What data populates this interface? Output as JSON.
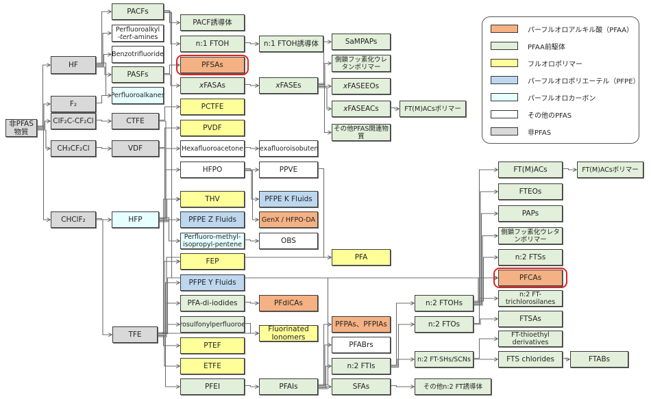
{
  "colors": {
    "pfaa": "#f4b183",
    "precursor": "#e2efda",
    "fluoropolymer": "#ffff99",
    "pfpe": "#bdd7ee",
    "perfluorocarbon": "#e6ffff",
    "other_pfas": "#ffffff",
    "non_pfas": "#d9d9d9",
    "highlight": "#e02020"
  },
  "legend": {
    "items": [
      {
        "key": "pfaa",
        "label": "パーフルオロアルキル酸（PFAA）"
      },
      {
        "key": "precursor",
        "label": "PFAA前駆体"
      },
      {
        "key": "fluoropolymer",
        "label": "フルオロポリマー"
      },
      {
        "key": "pfpe",
        "label": "パーフルオロポリエーテル（PFPE）"
      },
      {
        "key": "perfluorocarbon",
        "label": "パーフルオロカーボン"
      },
      {
        "key": "other_pfas",
        "label": "その他のPFAS"
      },
      {
        "key": "non_pfas",
        "label": "非PFAS"
      }
    ]
  },
  "nodes": {
    "nonpfas": {
      "label": "非PFAS物質",
      "category": "non_pfas"
    },
    "hf": {
      "label": "HF",
      "category": "non_pfas"
    },
    "f2": {
      "label": "F₂",
      "category": "non_pfas"
    },
    "clf2c": {
      "label": "ClF₂C-CF₂Cl",
      "category": "non_pfas"
    },
    "ch3cf2cl": {
      "label": "CH₃CF₂Cl",
      "category": "non_pfas"
    },
    "chclf2": {
      "label": "CHClF₂",
      "category": "non_pfas"
    },
    "ctfe": {
      "label": "CTFE",
      "category": "non_pfas"
    },
    "vdf": {
      "label": "VDF",
      "category": "non_pfas"
    },
    "hfp": {
      "label": "HFP",
      "category": "perfluorocarbon"
    },
    "tfe": {
      "label": "TFE",
      "category": "non_pfas"
    },
    "pacfs": {
      "label": "PACFs",
      "category": "precursor"
    },
    "pftamines": {
      "label": "Perfluoroalkyl-tert-amines",
      "category": "other_pfas"
    },
    "benzotrifluoride": {
      "label": "Benzotrifluoride",
      "category": "other_pfas"
    },
    "pasfs": {
      "label": "PASFs",
      "category": "precursor"
    },
    "perfluoroalkanes": {
      "label": "Perfluoroalkanes",
      "category": "perfluorocarbon"
    },
    "pacf_deriv": {
      "label": "PACF誘導体",
      "category": "precursor"
    },
    "ftoh_n1": {
      "label": "n:1 FTOH",
      "category": "precursor"
    },
    "ftoh_n1_deriv": {
      "label": "n:1 FTOH誘導体",
      "category": "precursor"
    },
    "pfsas": {
      "label": "PFSAs",
      "category": "pfaa",
      "highlighted": true
    },
    "xfasas": {
      "label": "xFASAs",
      "category": "precursor"
    },
    "xfases": {
      "label": "xFASEs",
      "category": "precursor"
    },
    "sampaps": {
      "label": "SaMPAPs",
      "category": "precursor"
    },
    "side_urethane_1": {
      "label": "側鎖フッ素化ウレタンポリマー",
      "category": "precursor"
    },
    "xfaseeos": {
      "label": "xFASEEOs",
      "category": "precursor"
    },
    "xfaseacs": {
      "label": "xFASEACs",
      "category": "precursor"
    },
    "ftmacs_poly_1": {
      "label": "FT(M)ACsポリマー",
      "category": "precursor"
    },
    "other_pfas_related": {
      "label": "その他PFAS関連物質",
      "category": "precursor"
    },
    "pctfe": {
      "label": "PCTFE",
      "category": "fluoropolymer"
    },
    "pvdf": {
      "label": "PVDF",
      "category": "fluoropolymer"
    },
    "hfa": {
      "label": "Hexafluoroacetone",
      "category": "other_pfas"
    },
    "hfib": {
      "label": "Hexafluoroisobutene",
      "category": "other_pfas"
    },
    "hfpo": {
      "label": "HFPO",
      "category": "other_pfas"
    },
    "ppve": {
      "label": "PPVE",
      "category": "other_pfas"
    },
    "thv": {
      "label": "THV",
      "category": "fluoropolymer"
    },
    "pfpe_k": {
      "label": "PFPE K Fluids",
      "category": "pfpe"
    },
    "pfpe_z": {
      "label": "PFPE Z Fluids",
      "category": "pfpe"
    },
    "genx": {
      "label": "GenX / HFPO-DA",
      "category": "pfaa"
    },
    "pmipentene": {
      "label": "Perfluoro-methyl-isopropyl-pentene",
      "category": "perfluorocarbon"
    },
    "obs": {
      "label": "OBS",
      "category": "other_pfas"
    },
    "fep": {
      "label": "FEP",
      "category": "fluoropolymer"
    },
    "pfpe_y": {
      "label": "PFPE Y Fluids",
      "category": "pfpe"
    },
    "pfa_diiodides": {
      "label": "PFA-di-iodides",
      "category": "precursor"
    },
    "pfdicas": {
      "label": "PFdiCAs",
      "category": "pfaa"
    },
    "fsperfluoroether": {
      "label": "Fluorosulfonylperfluoroether",
      "category": "precursor"
    },
    "fl_ionomers": {
      "label": "Fluorinated Ionomers",
      "category": "fluoropolymer"
    },
    "ptef": {
      "label": "PTEF",
      "category": "fluoropolymer"
    },
    "etfe": {
      "label": "ETFE",
      "category": "fluoropolymer"
    },
    "pfei": {
      "label": "PFEI",
      "category": "precursor"
    },
    "pfais": {
      "label": "PFAIs",
      "category": "precursor"
    },
    "pfa": {
      "label": "PFA",
      "category": "fluoropolymer"
    },
    "pfpas": {
      "label": "PFPAs、PFPIAs",
      "category": "pfaa"
    },
    "pfabrs": {
      "label": "PFABrs",
      "category": "other_pfas"
    },
    "ftis": {
      "label": "n:2 FTIs",
      "category": "precursor"
    },
    "sfas": {
      "label": "SFAs",
      "category": "precursor"
    },
    "ftohs": {
      "label": "n:2 FTOHs",
      "category": "precursor"
    },
    "ftos": {
      "label": "n:2 FTOs",
      "category": "precursor"
    },
    "ftshs": {
      "label": "n:2 FT-SHs/SCNs",
      "category": "precursor"
    },
    "other_n2_deriv": {
      "label": "その他n:2 FT誘導体",
      "category": "precursor"
    },
    "ftmacs": {
      "label": "FT(M)ACs",
      "category": "precursor"
    },
    "ftmacs_poly_2": {
      "label": "FT(M)ACsポリマー",
      "category": "precursor"
    },
    "fteos": {
      "label": "FTEOs",
      "category": "precursor"
    },
    "paps": {
      "label": "PAPs",
      "category": "precursor"
    },
    "side_urethane_2": {
      "label": "側鎖フッ素化ウレタンポリマー",
      "category": "precursor"
    },
    "ftss": {
      "label": "n:2 FTSs",
      "category": "precursor"
    },
    "pfcas": {
      "label": "PFCAs",
      "category": "pfaa",
      "highlighted": true
    },
    "ft_trichlorosilanes": {
      "label": "n:2 FT-trichlorosilanes",
      "category": "precursor"
    },
    "ftsas": {
      "label": "FTSAs",
      "category": "precursor"
    },
    "ft_thioethyl": {
      "label": "FT-thioethyl derivatives",
      "category": "precursor"
    },
    "fts_chlorides": {
      "label": "FTS chlorides",
      "category": "precursor"
    },
    "ftabs": {
      "label": "FTABs",
      "category": "precursor"
    }
  },
  "edges": [
    [
      "nonpfas",
      "hf"
    ],
    [
      "nonpfas",
      "f2"
    ],
    [
      "nonpfas",
      "clf2c"
    ],
    [
      "nonpfas",
      "ch3cf2cl"
    ],
    [
      "nonpfas",
      "chclf2"
    ],
    [
      "hf",
      "pacfs"
    ],
    [
      "hf",
      "pftamines"
    ],
    [
      "hf",
      "benzotrifluoride"
    ],
    [
      "hf",
      "pasfs"
    ],
    [
      "hf",
      "perfluoroalkanes"
    ],
    [
      "f2",
      "perfluoroalkanes"
    ],
    [
      "clf2c",
      "ctfe"
    ],
    [
      "ch3cf2cl",
      "vdf"
    ],
    [
      "chclf2",
      "hfp"
    ],
    [
      "chclf2",
      "tfe"
    ],
    [
      "pacfs",
      "pacf_deriv"
    ],
    [
      "pacfs",
      "ftoh_n1"
    ],
    [
      "pacfs",
      "pfcas"
    ],
    [
      "ftoh_n1",
      "ftoh_n1_deriv"
    ],
    [
      "pasfs",
      "pfsas"
    ],
    [
      "pasfs",
      "xfasas"
    ],
    [
      "xfasas",
      "xfases"
    ],
    [
      "xfases",
      "sampaps"
    ],
    [
      "xfases",
      "side_urethane_1"
    ],
    [
      "xfases",
      "xfaseeos"
    ],
    [
      "xfases",
      "xfaseacs"
    ],
    [
      "xfases",
      "other_pfas_related"
    ],
    [
      "xfaseacs",
      "ftmacs_poly_1"
    ],
    [
      "ctfe",
      "pctfe"
    ],
    [
      "ctfe",
      "thv"
    ],
    [
      "vdf",
      "pvdf"
    ],
    [
      "vdf",
      "thv"
    ],
    [
      "hfp",
      "hfa"
    ],
    [
      "hfp",
      "hfpo"
    ],
    [
      "hfp",
      "thv"
    ],
    [
      "hfp",
      "pfpe_z"
    ],
    [
      "hfp",
      "pmipentene"
    ],
    [
      "hfp",
      "fep"
    ],
    [
      "hfa",
      "hfib"
    ],
    [
      "hfpo",
      "ppve"
    ],
    [
      "hfpo",
      "pfpe_k"
    ],
    [
      "hfpo",
      "genx"
    ],
    [
      "ppve",
      "pfa"
    ],
    [
      "pmipentene",
      "obs"
    ],
    [
      "tfe",
      "thv"
    ],
    [
      "tfe",
      "fep"
    ],
    [
      "tfe",
      "pfpe_y"
    ],
    [
      "tfe",
      "pfa_diiodides"
    ],
    [
      "tfe",
      "fsperfluoroether"
    ],
    [
      "tfe",
      "fl_ionomers"
    ],
    [
      "tfe",
      "ptef"
    ],
    [
      "tfe",
      "etfe"
    ],
    [
      "tfe",
      "pfei"
    ],
    [
      "tfe",
      "pfa"
    ],
    [
      "tfe",
      "pfcas"
    ],
    [
      "pfa_diiodides",
      "pfdicas"
    ],
    [
      "fsperfluoroether",
      "fl_ionomers"
    ],
    [
      "pfei",
      "pfais"
    ],
    [
      "pfais",
      "pfpas"
    ],
    [
      "pfais",
      "pfabrs"
    ],
    [
      "pfais",
      "ftis"
    ],
    [
      "pfais",
      "sfas"
    ],
    [
      "pfais",
      "pfcas"
    ],
    [
      "ftis",
      "ftohs"
    ],
    [
      "ftis",
      "ftshs"
    ],
    [
      "ftis",
      "ftos"
    ],
    [
      "sfas",
      "other_n2_deriv"
    ],
    [
      "ftohs",
      "ftmacs"
    ],
    [
      "ftohs",
      "fteos"
    ],
    [
      "ftohs",
      "paps"
    ],
    [
      "ftohs",
      "side_urethane_2"
    ],
    [
      "ftohs",
      "ftss"
    ],
    [
      "ftohs",
      "pfcas"
    ],
    [
      "ftohs",
      "ft_trichlorosilanes"
    ],
    [
      "ftos",
      "pfcas"
    ],
    [
      "ftos",
      "ftsas"
    ],
    [
      "ftshs",
      "ft_thioethyl"
    ],
    [
      "ftshs",
      "fts_chlorides"
    ],
    [
      "ftmacs",
      "ftmacs_poly_2"
    ],
    [
      "fts_chlorides",
      "ftabs"
    ]
  ]
}
